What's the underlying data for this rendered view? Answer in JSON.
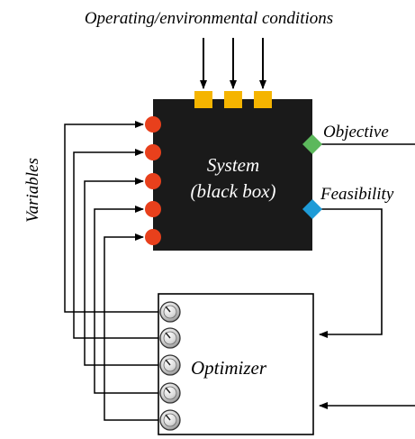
{
  "diagram": {
    "top_label": "Operating/environmental conditions",
    "side_label": "Variables",
    "system": {
      "title_line1": "System",
      "title_line2": "(black box)"
    },
    "outputs": {
      "objective": "Objective",
      "feasibility": "Feasibility"
    },
    "optimizer_label": "Optimizer",
    "colors": {
      "black_box": "#1a1a1a",
      "condition_ports": "#f5b400",
      "variable_ports": "#e8401c",
      "objective_port": "#5cb85c",
      "feasibility_port": "#1e9bd7",
      "lines": "#000000"
    },
    "counts": {
      "condition_ports": 3,
      "variable_ports": 5,
      "knobs": 5
    }
  }
}
